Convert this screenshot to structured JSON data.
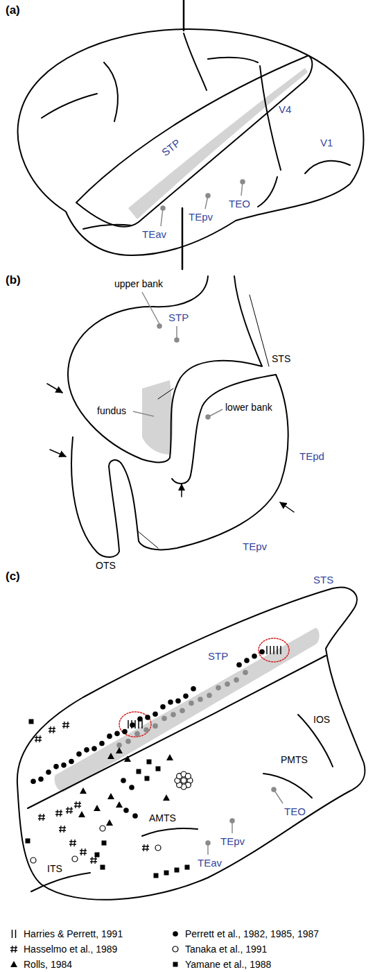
{
  "diagram": {
    "labels": [
      "(a)",
      "STP",
      "V4",
      "V1",
      "TEO",
      "TEpv",
      "TEav",
      "(b)",
      "upper bank",
      "STP",
      "STS",
      "fundus",
      "lower bank",
      "TEpd",
      "TEpv",
      "OTS",
      "(c)",
      "STS",
      "STP",
      "IOS",
      "PMTS",
      "TEO",
      "AMTS",
      "TEpv",
      "ITS",
      "TEav"
    ],
    "legend": [
      {
        "text": "Harries & Perrett, 1991"
      },
      {
        "text": "Perrett et al., 1982, 1985, 1987"
      },
      {
        "text": "Hasselmo et al., 1989"
      },
      {
        "text": "Tanaka et al., 1991"
      },
      {
        "text": "Rolls, 1984"
      },
      {
        "text": "Yamane et al., 1988"
      }
    ]
  }
}
